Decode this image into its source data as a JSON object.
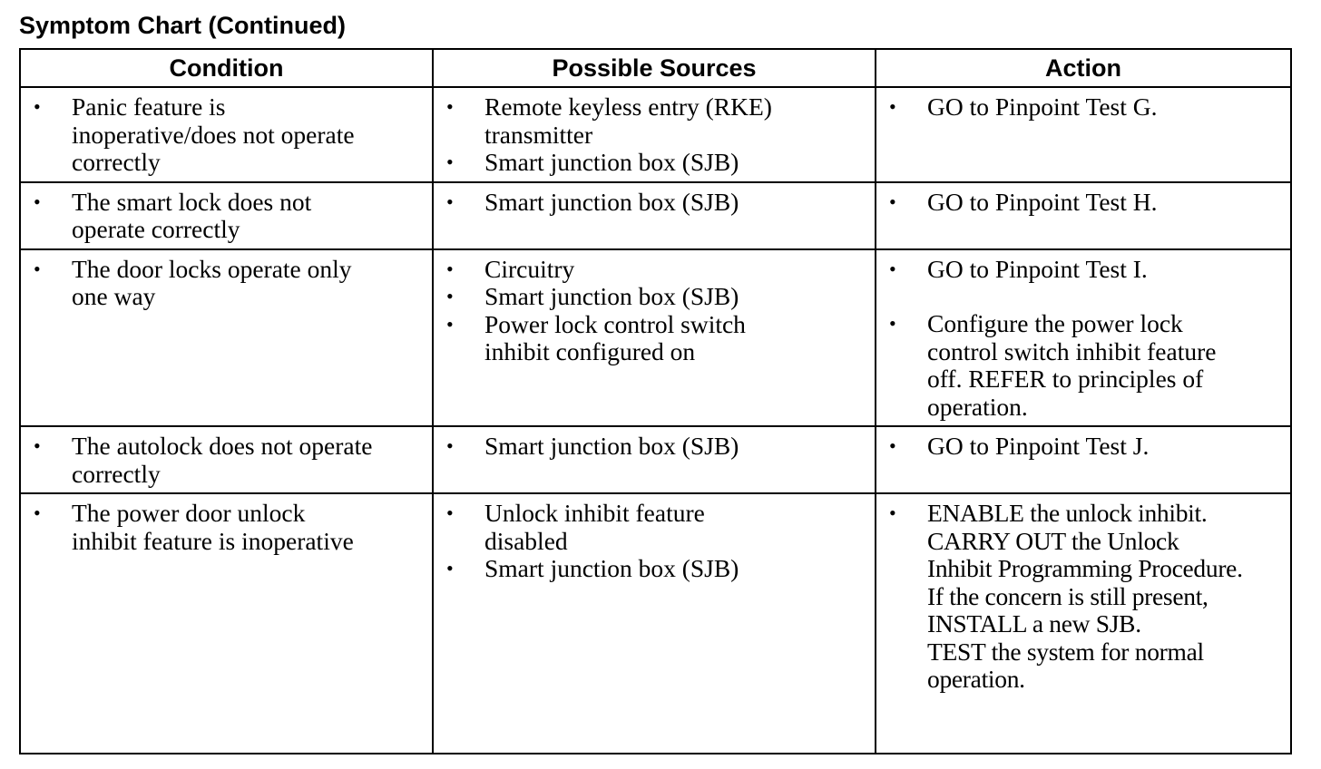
{
  "title": "Symptom Chart (Continued)",
  "columns": [
    "Condition",
    "Possible Sources",
    "Action"
  ],
  "bullet_glyph": "•",
  "rows": [
    {
      "condition": [
        "Panic feature is\ninoperative/does not operate\ncorrectly"
      ],
      "sources": [
        "Remote keyless entry (RKE)\ntransmitter",
        "Smart junction box (SJB)"
      ],
      "actions": [
        "GO to Pinpoint Test G."
      ]
    },
    {
      "condition": [
        "The smart lock does not\noperate correctly"
      ],
      "sources": [
        "Smart junction box (SJB)"
      ],
      "actions": [
        "GO to Pinpoint Test H."
      ]
    },
    {
      "condition": [
        "The door locks operate only\none way"
      ],
      "sources": [
        "Circuitry",
        "Smart junction box (SJB)",
        "Power lock control switch\ninhibit configured on"
      ],
      "actions": [
        "GO to Pinpoint Test I.",
        "Configure the power lock\ncontrol switch inhibit feature\noff. REFER to principles of\noperation."
      ]
    },
    {
      "condition": [
        "The autolock does not operate\ncorrectly"
      ],
      "sources": [
        "Smart junction box (SJB)"
      ],
      "actions": [
        "GO to Pinpoint Test J."
      ]
    },
    {
      "condition": [
        "The power door unlock\ninhibit feature is inoperative"
      ],
      "sources": [
        "Unlock inhibit feature\ndisabled",
        "Smart junction box (SJB)"
      ],
      "actions": [
        "ENABLE the unlock inhibit.\nCARRY OUT the Unlock\nInhibit Programming Procedure.\nIf the concern is still present,\nINSTALL a new SJB.\nTEST the system for normal\noperation."
      ]
    }
  ]
}
